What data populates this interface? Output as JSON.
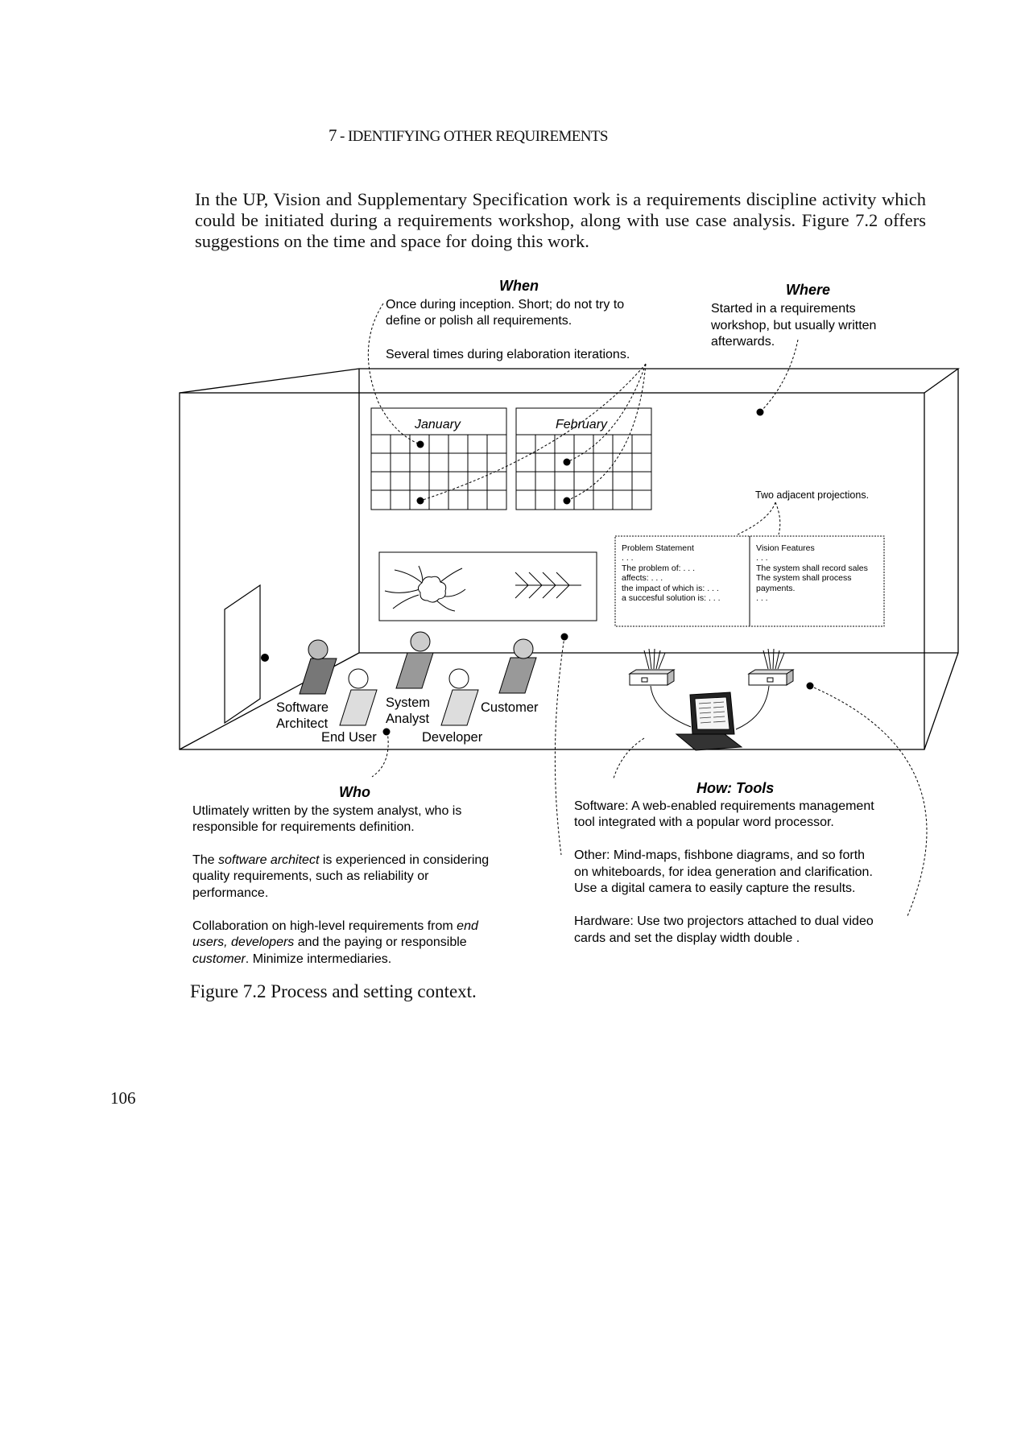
{
  "page": {
    "chapter_number": "7",
    "chapter_sep": " - ",
    "chapter_title": "IDENTIFYING OTHER REQUIREMENTS",
    "intro": "In the UP, Vision and Supplementary Specification work is a requirements discipline activity which could be initiated during a requirements workshop, along with use case analysis. Figure 7.2 offers suggestions on the time and space for doing this work.",
    "caption": "Figure 7.2 Process and setting context.",
    "page_number": "106"
  },
  "figure": {
    "when": {
      "heading": "When",
      "line1": "Once during inception. Short; do not try to",
      "line2": "define or polish all requirements.",
      "line3": "Several times during elaboration iterations."
    },
    "where": {
      "heading": "Where",
      "line1": "Started in a requirements",
      "line2": "workshop, but usually written",
      "line3": "afterwards."
    },
    "calendars": {
      "month1": "January",
      "month2": "February"
    },
    "projection_note": "Two adjacent projections.",
    "problem_statement": {
      "title": "Problem Statement",
      "l1": ". . .",
      "l2": "The problem of: . . .",
      "l3": "affects: . . .",
      "l4": "the impact of which is: . . .",
      "l5": "a succesful solution is: . . ."
    },
    "vision_features": {
      "title": "Vision Features",
      "l1": ". . .",
      "l2": "The system shall record sales",
      "l3": "The system shall process",
      "l4": "payments.",
      "l5": ". . ."
    },
    "people": {
      "software_architect_1": "Software",
      "software_architect_2": "Architect",
      "system_analyst_1": "System",
      "system_analyst_2": "Analyst",
      "customer": "Customer",
      "end_user": "End User",
      "developer": "Developer"
    },
    "who": {
      "heading": "Who",
      "p1_l1": "Utlimately written by the system analyst, who is",
      "p1_l2": "responsible for requirements definition.",
      "p2_l1_a": "The ",
      "p2_l1_b": "software architect",
      "p2_l1_c": " is experienced in considering",
      "p2_l2": "quality requirements, such as reliability or",
      "p2_l3": "performance.",
      "p3_l1_a": "Collaboration on high-level requirements from ",
      "p3_l1_b": "end",
      "p3_l2_a": "users, developers",
      "p3_l2_b": " and the paying or responsible",
      "p3_l3_a": "customer",
      "p3_l3_b": ". Minimize intermediaries."
    },
    "how": {
      "heading": "How: Tools",
      "p1_l1": "Software: A web-enabled requirements management",
      "p1_l2": "tool integrated with a popular word processor.",
      "p2_l1": "Other: Mind-maps, fishbone diagrams, and so forth",
      "p2_l2": "on whiteboards, for idea generation and clarification.",
      "p2_l3": "Use a digital camera to easily capture the results.",
      "p3_l1": "Hardware: Use two projectors attached to dual video",
      "p3_l2": "cards and set the display width double ."
    }
  }
}
